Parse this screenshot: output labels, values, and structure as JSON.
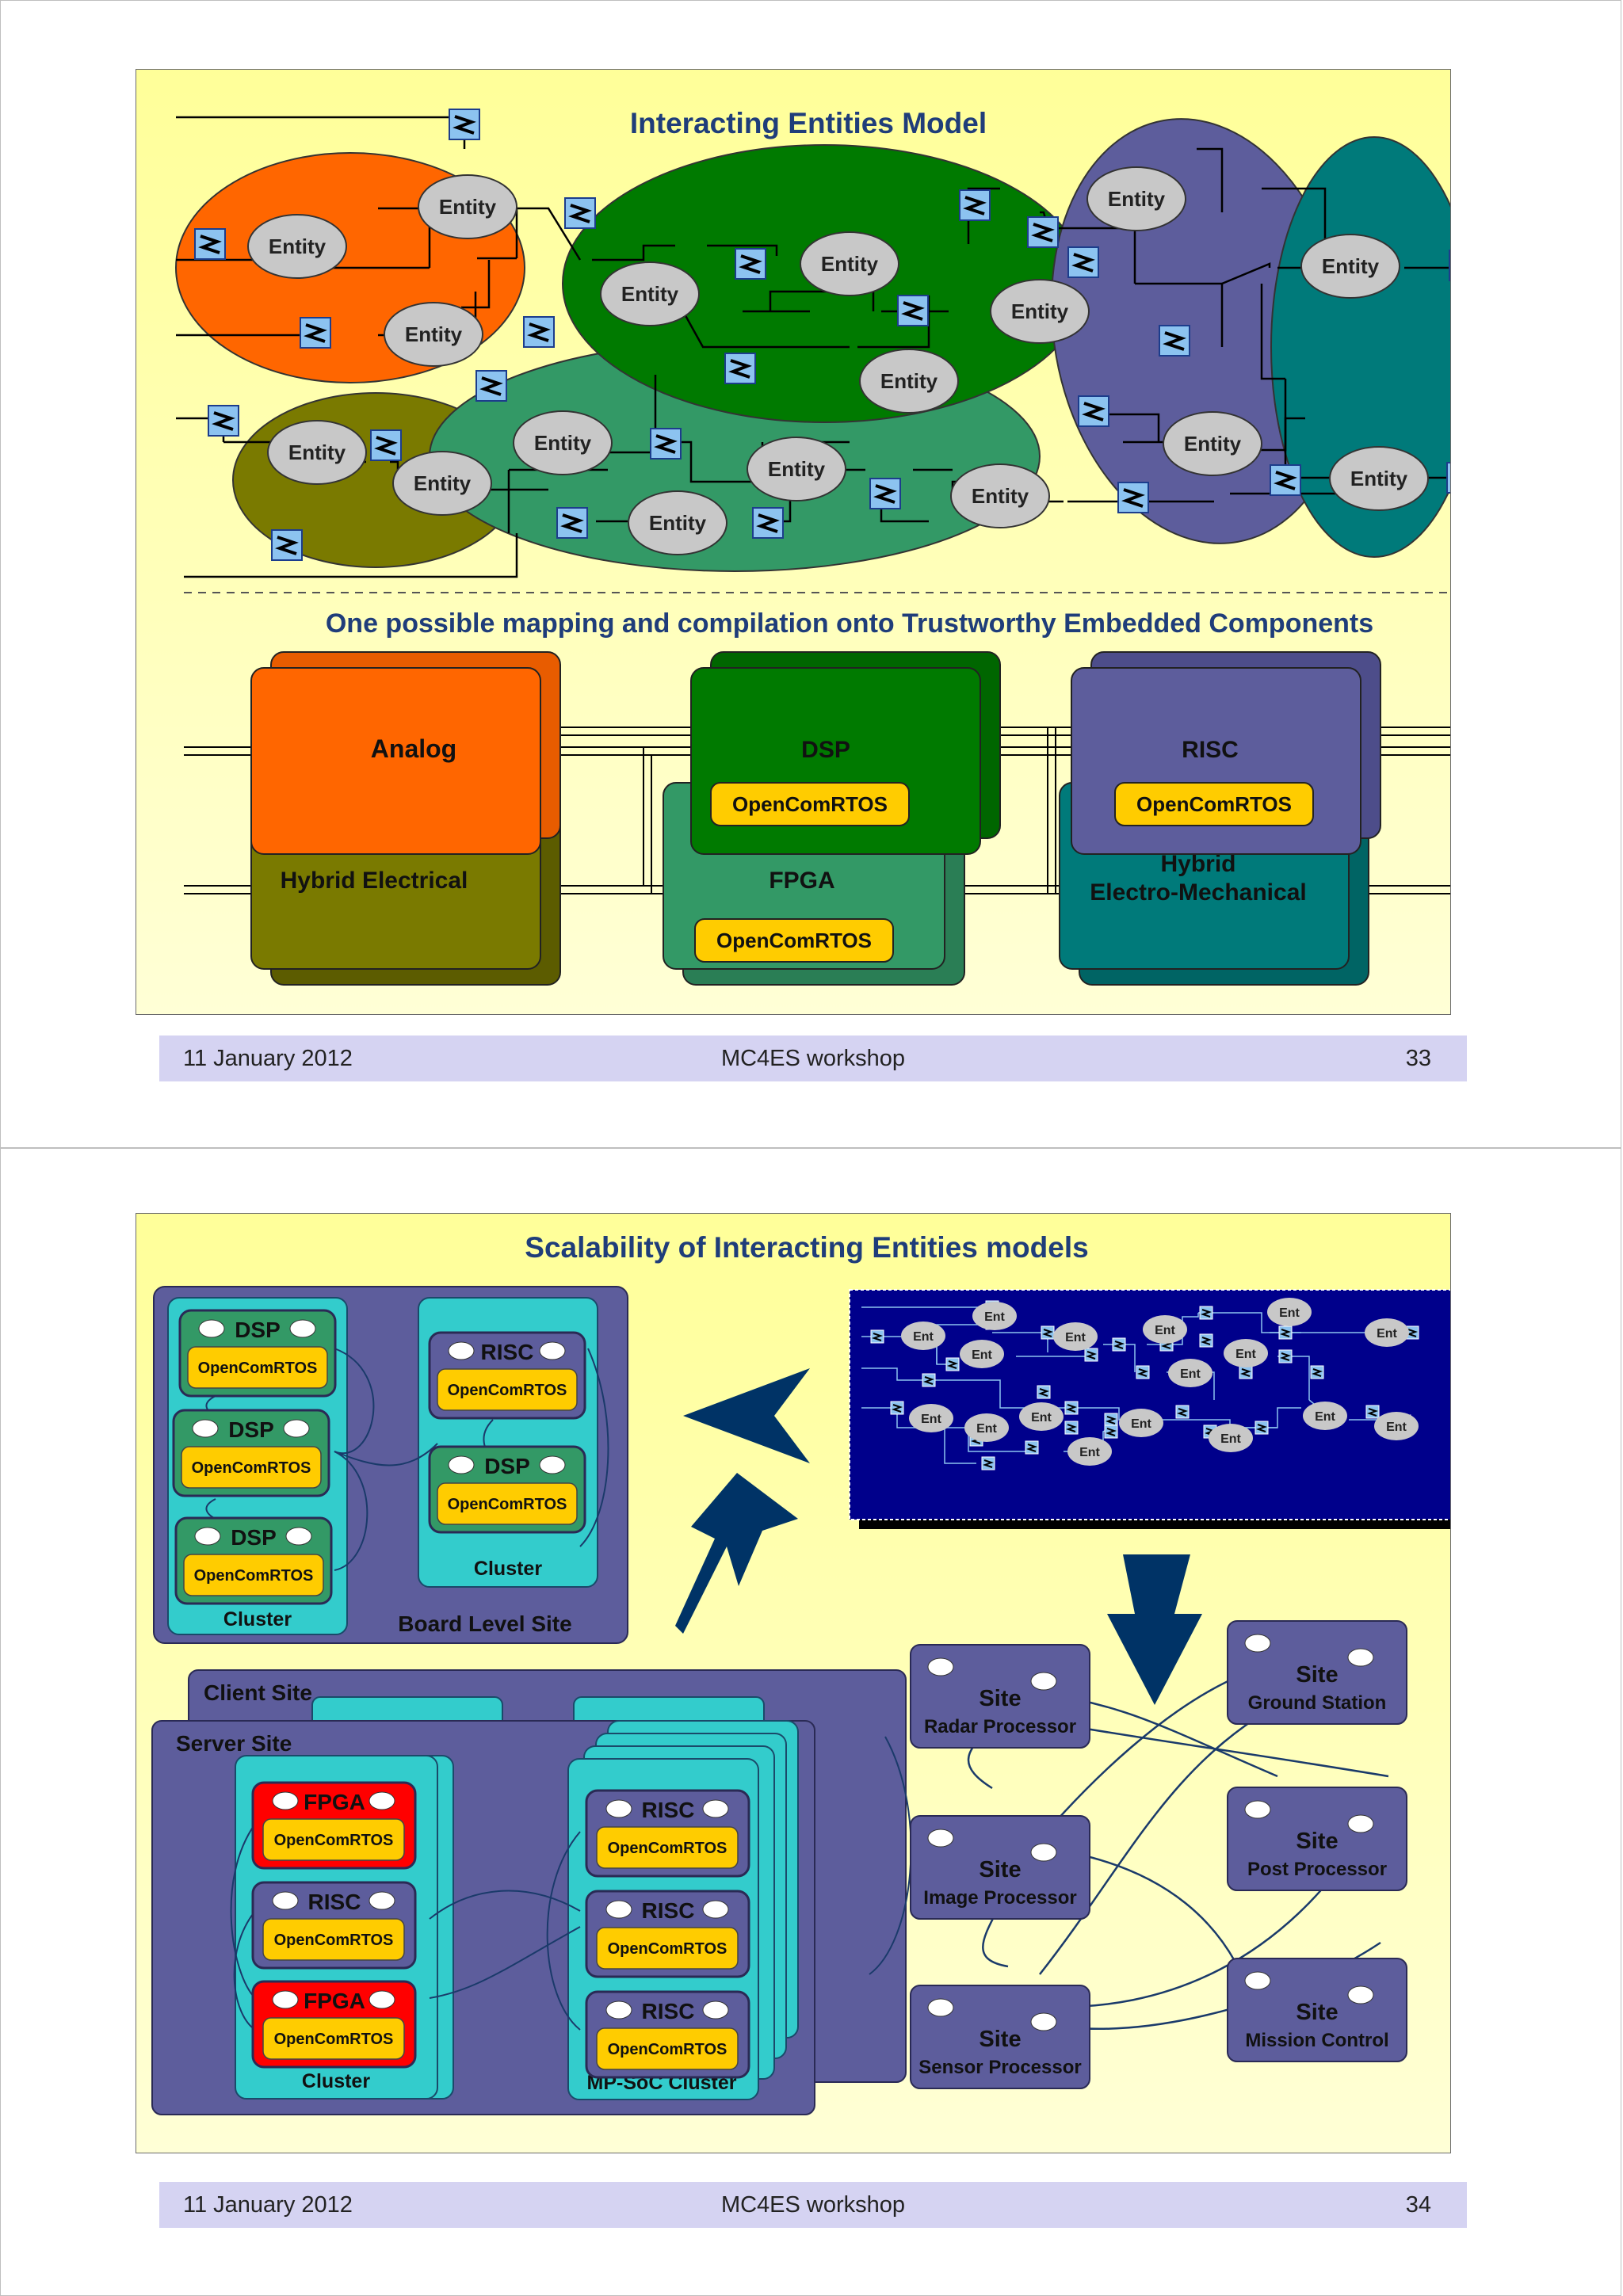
{
  "slide1": {
    "title": "Interacting Entities Model",
    "entity_label": "Entity",
    "mapping_title": "One possible mapping and compilation onto Trustworthy Embedded Components",
    "components": {
      "analog": "Analog",
      "dsp": "DSP",
      "risc": "RISC",
      "hybrid_electrical": "Hybrid Electrical",
      "fpga": "FPGA",
      "hybrid_em_line1": "Hybrid",
      "hybrid_em_line2": "Electro-Mechanical",
      "rtos": "OpenComRTOS"
    },
    "footer": {
      "date": "11 January 2012",
      "title": "MC4ES workshop",
      "page": "33"
    }
  },
  "slide2": {
    "title": "Scalability of Interacting Entities models",
    "rtos": "OpenComRTOS",
    "ent": "Ent",
    "dsp": "DSP",
    "risc": "RISC",
    "fpga": "FPGA",
    "cluster": "Cluster",
    "board_level_site": "Board Level Site",
    "client_site": "Client Site",
    "server_site": "Server Site",
    "mpsoc_cluster": "MP-SoC Cluster",
    "site": "Site",
    "sites": {
      "radar": "Radar Processor",
      "ground": "Ground Station",
      "image": "Image Processor",
      "post": "Post Processor",
      "sensor": "Sensor Processor",
      "mission": "Mission Control"
    },
    "footer": {
      "date": "11 January 2012",
      "title": "MC4ES workshop",
      "page": "34"
    }
  },
  "colors": {
    "slide_bg": "#ffffc4",
    "title_blue": "#1f3d7a",
    "orange": "#ff6600",
    "green": "#007a00",
    "olive": "#7a7a00",
    "sea_green": "#339966",
    "purple": "#5d5d9c",
    "teal": "#007a7a",
    "rtos_yellow": "#ffcc00",
    "cyan": "#33cccc",
    "fpga_red": "#ff0000",
    "footer_bg": "#d5d3f2",
    "navy": "#00008b"
  }
}
